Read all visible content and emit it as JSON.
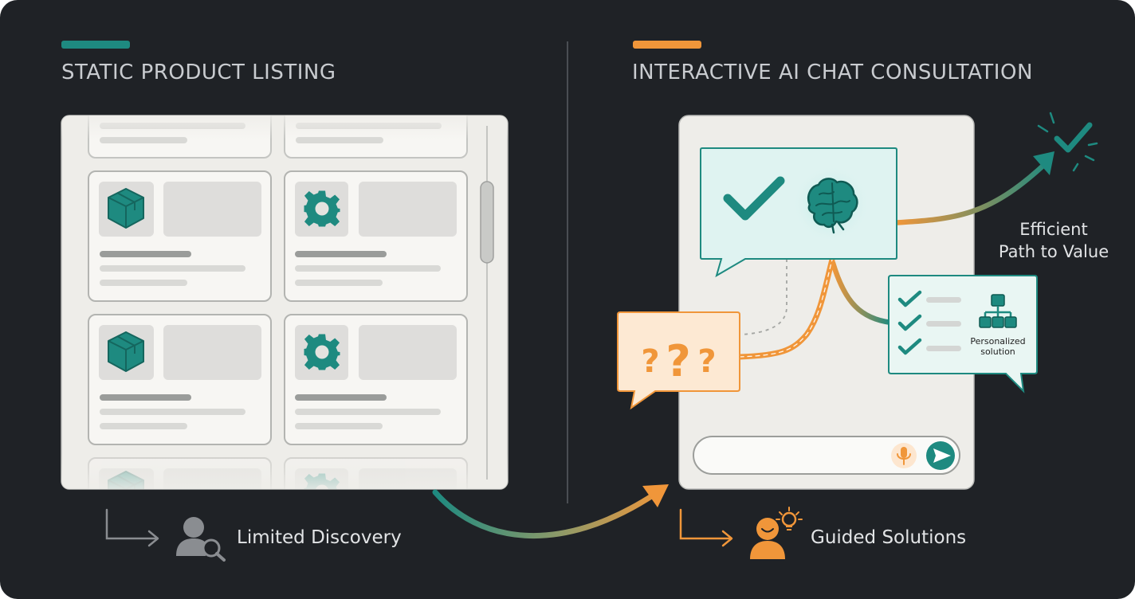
{
  "left_panel": {
    "heading": "STATIC PRODUCT LISTING",
    "accent_color": "#1e8a80",
    "footer_label": "Limited Discovery",
    "footer_icon": "user-search-icon",
    "card_icons": [
      "package-box-icon",
      "gear-icon",
      "package-box-icon",
      "gear-icon"
    ]
  },
  "right_panel": {
    "heading": "INTERACTIVE AI CHAT CONSULTATION",
    "accent_color": "#f0963a",
    "footer_label": "Guided Solutions",
    "footer_icon": "user-lightbulb-icon",
    "ai_bubble_icons": [
      "checkmark-icon",
      "brain-icon"
    ],
    "question_bubble_icon": "question-marks-icon",
    "solution_card": {
      "label_line1": "Personalized",
      "label_line2": "solution",
      "icon": "hierarchy-icon"
    },
    "input_icons": [
      "microphone-icon",
      "send-icon"
    ],
    "outcome": {
      "label_line1": "Efficient",
      "label_line2": "Path to Value",
      "icon": "checkmark-icon"
    }
  },
  "colors": {
    "background": "#1f2226",
    "teal": "#1e8a80",
    "orange": "#f0963a",
    "panel": "#eeede9"
  }
}
